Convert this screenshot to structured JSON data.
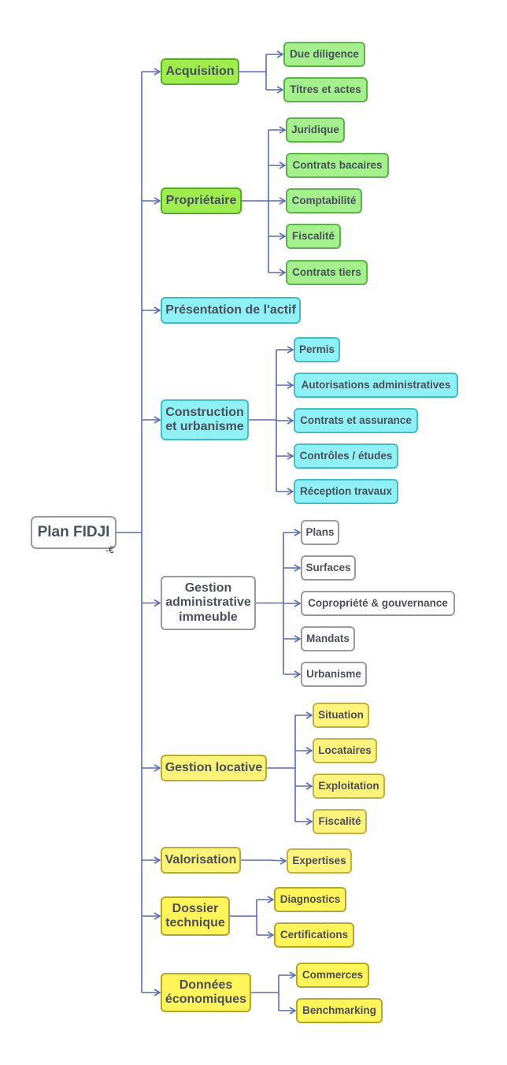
{
  "colors": {
    "connector": "#5a6cb4",
    "root_fill": "#ffffff",
    "green_main": "#9ded4f",
    "green_sub": "#a3f08c",
    "cyan": "#8ff1f5",
    "white": "#ffffff",
    "yellow_light": "#fbf27a",
    "yellow": "#fff45a"
  },
  "root": {
    "label": "Plan FIDJI",
    "toggle_glyph": "-€"
  },
  "branches": [
    {
      "id": "acquisition",
      "label": "Acquisition",
      "color": "green_main",
      "children": [
        "Due diligence",
        "Titres et actes"
      ]
    },
    {
      "id": "proprietaire",
      "label": "Propriétaire",
      "color": "green_main",
      "children": [
        "Juridique",
        "Contrats bacaires",
        "Comptabilité",
        "Fiscalité",
        "Contrats tiers"
      ]
    },
    {
      "id": "presentation",
      "label": "Présentation de l'actif",
      "color": "cyan",
      "children": []
    },
    {
      "id": "construction",
      "label": "Construction\net urbanisme",
      "color": "cyan",
      "children": [
        "Permis",
        "Autorisations administratives",
        "Contrats et assurance",
        "Contrôles / études",
        "Réception travaux"
      ]
    },
    {
      "id": "gestion-admin",
      "label": "Gestion\nadministrative\nimmeuble",
      "color": "white",
      "children": [
        "Plans",
        "Surfaces",
        "Copropriété & gouvernance",
        "Mandats",
        "Urbanisme"
      ]
    },
    {
      "id": "gestion-locative",
      "label": "Gestion locative",
      "color": "yellow_light",
      "children": [
        "Situation",
        "Locataires",
        "Exploitation",
        "Fiscalité"
      ]
    },
    {
      "id": "valorisation",
      "label": "Valorisation",
      "color": "yellow_light",
      "children": [
        "Expertises"
      ]
    },
    {
      "id": "dossier-technique",
      "label": "Dossier\ntechnique",
      "color": "yellow",
      "children": [
        "Diagnostics",
        "Certifications"
      ]
    },
    {
      "id": "donnees-economiques",
      "label": "Données\néconomiques",
      "color": "yellow",
      "children": [
        "Commerces",
        "Benchmarking"
      ]
    }
  ]
}
